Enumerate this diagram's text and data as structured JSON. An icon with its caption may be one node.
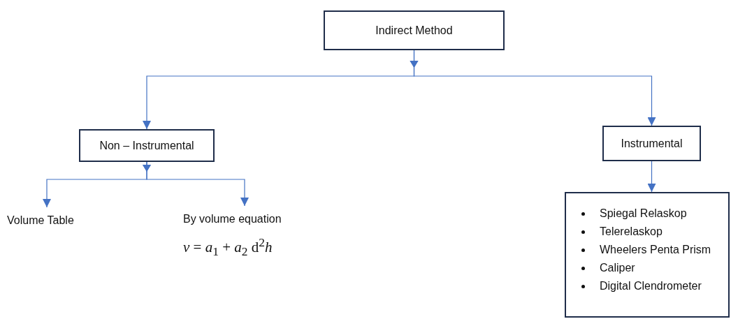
{
  "diagram": {
    "nodes": [
      {
        "text": [
          "Indirect Method"
        ]
      },
      {
        "text": [
          "Non – Instrumental"
        ]
      },
      {
        "text": [
          "Instrumental"
        ]
      },
      {
        "text": [
          "Volume Table"
        ]
      },
      {
        "text": [
          "By volume equation",
          "*v* = *a*$_{1}$ + *a*$_{2}$ d$^{2}$*h*"
        ]
      },
      {
        "text": [
          "Spiegal Relaskop",
          "Telerelaskop",
          "Wheelers Penta Prism",
          "Caliper",
          "Digital Clendrometer"
        ]
      }
    ],
    "edges": [
      {
        "from": 0,
        "to": 1,
        "arrow": "to"
      },
      {
        "from": 0,
        "to": 2,
        "arrow": "to"
      },
      {
        "from": 1,
        "to": 3,
        "arrow": "to"
      },
      {
        "from": 1,
        "to": 4,
        "arrow": "to"
      },
      {
        "from": 2,
        "to": 5,
        "arrow": "to"
      }
    ]
  }
}
